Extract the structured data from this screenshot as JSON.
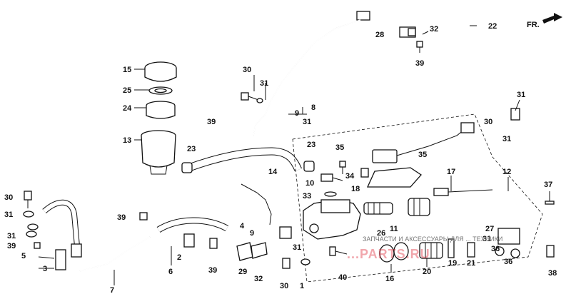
{
  "direction_label": "FR.",
  "callouts": {
    "c1": "1",
    "c2": "2",
    "c3": "3",
    "c4": "4",
    "c5": "5",
    "c6": "6",
    "c7": "7",
    "c8": "8",
    "c9a": "9",
    "c9b": "9",
    "c10": "10",
    "c11": "11",
    "c12": "12",
    "c13": "13",
    "c14": "14",
    "c15": "15",
    "c16": "16",
    "c17": "17",
    "c18": "18",
    "c19": "19",
    "c20": "20",
    "c21": "21",
    "c22": "22",
    "c23a": "23",
    "c23b": "23",
    "c24": "24",
    "c25": "25",
    "c26": "26",
    "c27": "27",
    "c28": "28",
    "c29": "29",
    "c30a": "30",
    "c30b": "30",
    "c30c": "30",
    "c30d": "30",
    "c31a": "31",
    "c31b": "31",
    "c31c": "31",
    "c31d": "31",
    "c31e": "31",
    "c31f": "31",
    "c31g": "31",
    "c31h": "31",
    "c32a": "32",
    "c32b": "32",
    "c33": "33",
    "c34": "34",
    "c35a": "35",
    "c35b": "35",
    "c36a": "36",
    "c36b": "36",
    "c37": "37",
    "c38": "38",
    "c39a": "39",
    "c39b": "39",
    "c39c": "39",
    "c39d": "39",
    "c39e": "39",
    "c40": "40"
  },
  "watermark": {
    "line1": "ЗАПЧАСТИ И АКСЕССУАРЫ ДЛЯ ... ТЕХНИКИ",
    "line2": "...PARTS.RU"
  }
}
